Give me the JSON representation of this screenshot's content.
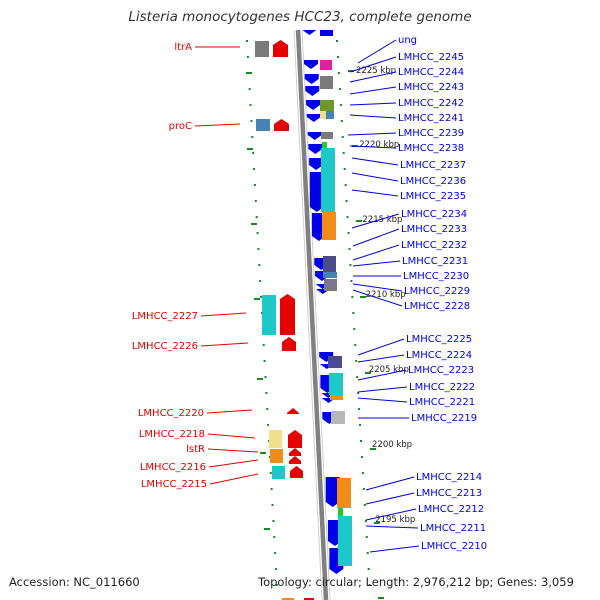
{
  "title": "Listeria monocytogenes HCC23, complete genome",
  "accession": "Accession: NC_011660",
  "topology": "Topology: circular; Length: 2,976,212 bp; Genes: 3,059",
  "colors": {
    "forward": "#0000e6",
    "reverse": "#e60000",
    "backbone": "#808080",
    "tick": "#1a8c1a",
    "cyan": "#1ec8c8",
    "orange": "#f08c1a",
    "gray": "#7a7a7a",
    "navy": "#4a4a8c",
    "magenta": "#e020a0",
    "olive": "#6e9628",
    "steel": "#4682b4",
    "khaki": "#f0e08c",
    "lime": "#28c828"
  },
  "scale_labels": [
    "2225 kbp",
    "2220 kbp",
    "2215 kbp",
    "2210 kbp",
    "2205 kbp",
    "2200 kbp",
    "2195 kbp"
  ],
  "forward_genes": [
    "ung",
    "LMHCC_2245",
    "LMHCC_2244",
    "LMHCC_2243",
    "LMHCC_2242",
    "LMHCC_2241",
    "LMHCC_2239",
    "LMHCC_2238",
    "LMHCC_2237",
    "LMHCC_2236",
    "LMHCC_2235",
    "LMHCC_2234",
    "LMHCC_2233",
    "LMHCC_2232",
    "LMHCC_2231",
    "LMHCC_2230",
    "LMHCC_2229",
    "LMHCC_2228",
    "LMHCC_2225",
    "LMHCC_2224",
    "LMHCC_2223",
    "LMHCC_2222",
    "LMHCC_2221",
    "LMHCC_2219",
    "LMHCC_2214",
    "LMHCC_2213",
    "LMHCC_2212",
    "LMHCC_2211",
    "LMHCC_2210"
  ],
  "reverse_genes": [
    "ltrA",
    "proC",
    "LMHCC_2227",
    "LMHCC_2226",
    "LMHCC_2220",
    "LMHCC_2218",
    "lstR",
    "LMHCC_2216",
    "LMHCC_2215"
  ]
}
